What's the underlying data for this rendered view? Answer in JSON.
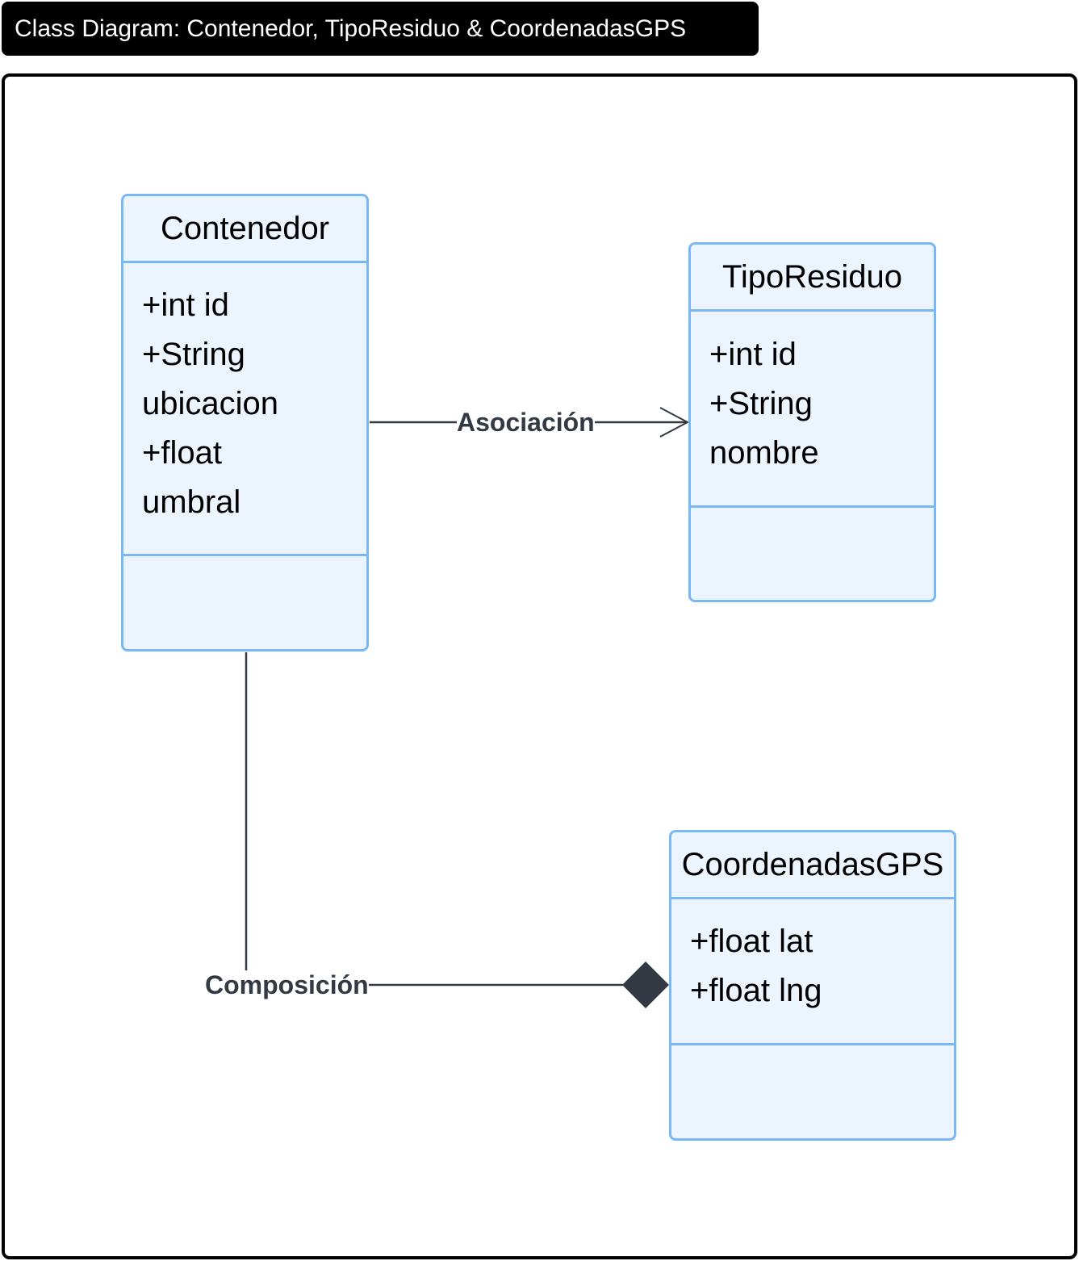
{
  "title": "Class Diagram: Contenedor, TipoResiduo & CoordenadasGPS",
  "colors": {
    "class_fill": "#ecf4fe",
    "class_border": "#7ab8f5",
    "connector": "#333a44",
    "title_bg": "#000000"
  },
  "classes": {
    "contenedor": {
      "name": "Contenedor",
      "attributes": [
        "+int id",
        "+String",
        "ubicacion",
        "+float",
        "umbral"
      ],
      "methods": []
    },
    "tiporesiduo": {
      "name": "TipoResiduo",
      "attributes": [
        "+int id",
        "+String",
        "nombre"
      ],
      "methods": []
    },
    "coordenadasgps": {
      "name": "CoordenadasGPS",
      "attributes": [
        "+float lat",
        "+float lng"
      ],
      "methods": []
    }
  },
  "relations": {
    "asociacion": {
      "label": "Asociación",
      "from": "Contenedor",
      "to": "TipoResiduo",
      "type": "association"
    },
    "composicion": {
      "label": "Composición",
      "from": "Contenedor",
      "to": "CoordenadasGPS",
      "type": "composition"
    }
  }
}
